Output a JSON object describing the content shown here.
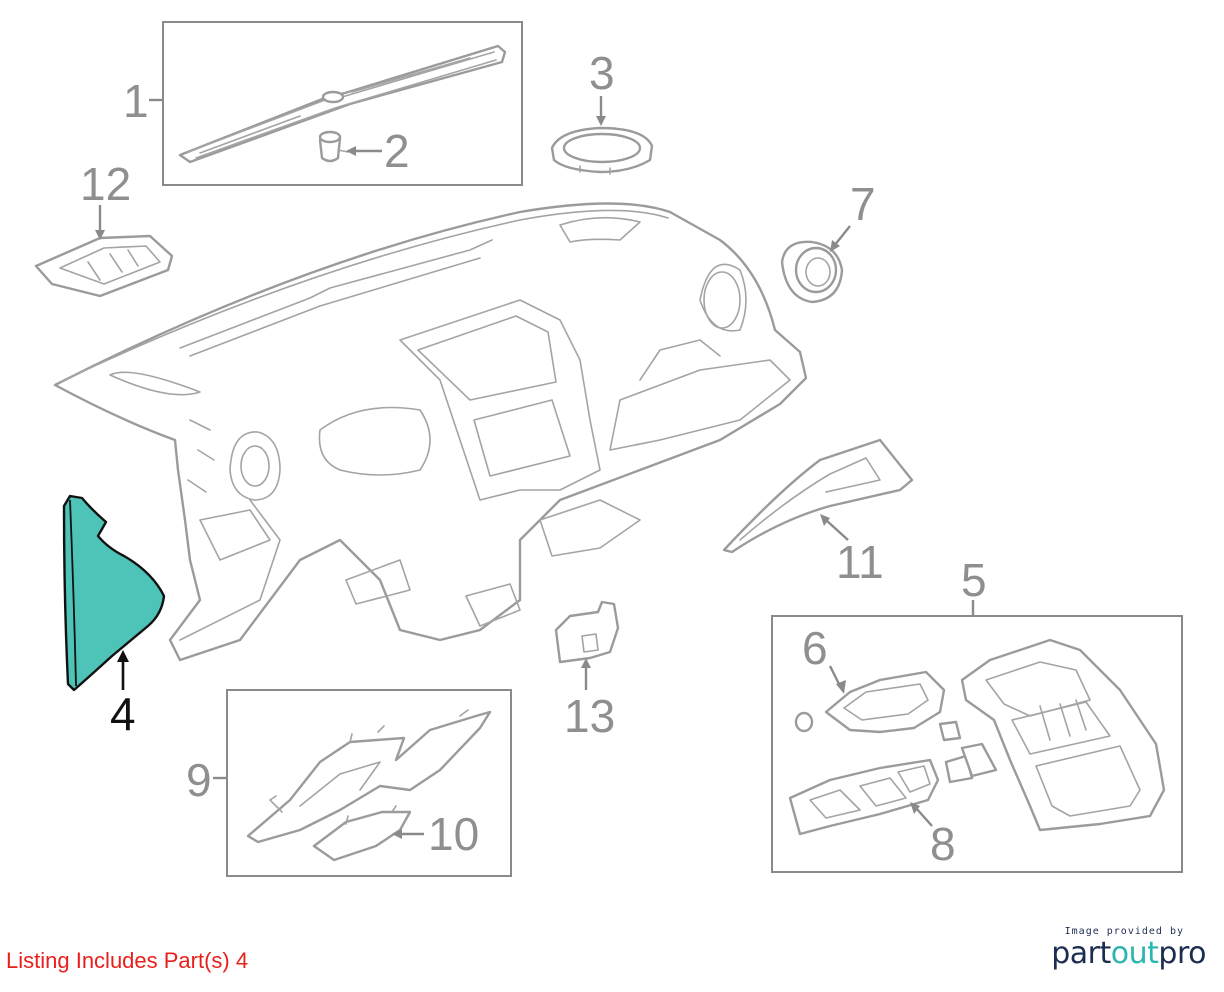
{
  "callouts": [
    {
      "id": "1",
      "label": "1"
    },
    {
      "id": "2",
      "label": "2"
    },
    {
      "id": "3",
      "label": "3"
    },
    {
      "id": "4",
      "label": "4",
      "highlighted": true
    },
    {
      "id": "5",
      "label": "5"
    },
    {
      "id": "6",
      "label": "6"
    },
    {
      "id": "7",
      "label": "7"
    },
    {
      "id": "8",
      "label": "8"
    },
    {
      "id": "9",
      "label": "9"
    },
    {
      "id": "10",
      "label": "10"
    },
    {
      "id": "11",
      "label": "11"
    },
    {
      "id": "12",
      "label": "12"
    },
    {
      "id": "13",
      "label": "13"
    }
  ],
  "colors": {
    "highlight_fill": "#4ec3b7",
    "outline": "#9b9b9b",
    "note_text": "#e8201c",
    "logo_dark": "#1c2d52",
    "logo_teal": "#2bb6b0"
  },
  "footer": {
    "note": "Listing Includes Part(s) 4"
  },
  "logo": {
    "caption": "Image provided by",
    "brand_part1": "part",
    "brand_part2": "out",
    "brand_part3": "pro"
  }
}
